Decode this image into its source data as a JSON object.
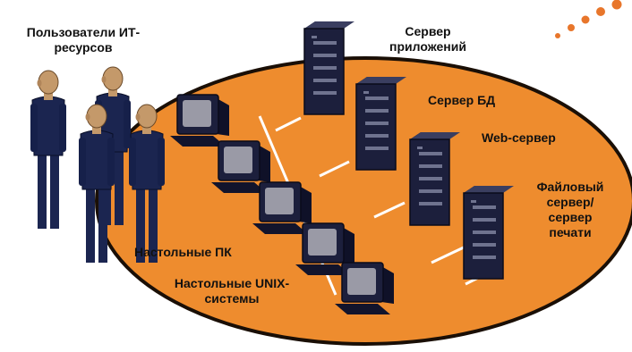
{
  "colors": {
    "floor": "#ee8c2e",
    "floor_edge": "#1a0f06",
    "server_body": "#1c1f3c",
    "server_light": "#6f738f",
    "monitor_screen": "#9a9aa6",
    "monitor_body": "#1c1f3c",
    "person_head": "#c4996a",
    "person_body": "#1b2550",
    "dots": "#e8762b",
    "network_line": "#ffffff"
  },
  "labels": {
    "users": [
      "Пользователи ИТ-",
      "ресурсов"
    ],
    "app_server": [
      "Сервер",
      "приложений"
    ],
    "db_server": [
      "Сервер БД"
    ],
    "web_server": [
      "Web-сервер"
    ],
    "file_server": [
      "Файловый",
      "сервер/",
      "сервер",
      "печати"
    ],
    "desktop_pc": [
      "Настольные ПК"
    ],
    "unix_systems": [
      "Настольные UNIX-",
      "системы"
    ]
  }
}
